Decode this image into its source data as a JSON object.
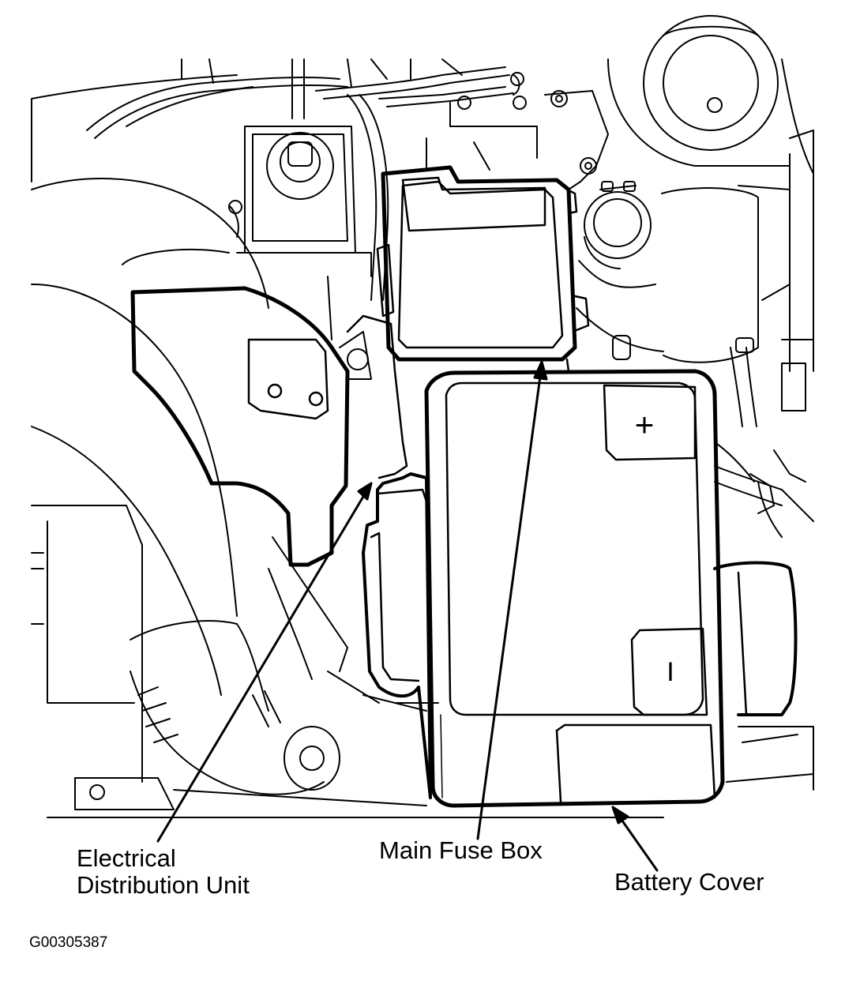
{
  "callouts": {
    "electrical_distribution_unit": {
      "line1": "Electrical",
      "line2": "Distribution Unit"
    },
    "main_fuse_box": "Main Fuse Box",
    "battery_cover": "Battery Cover"
  },
  "figure_code": "G00305387",
  "battery_terminals": {
    "positive": "+",
    "negative": "I"
  },
  "colors": {
    "line": "#000000",
    "background": "#ffffff"
  }
}
